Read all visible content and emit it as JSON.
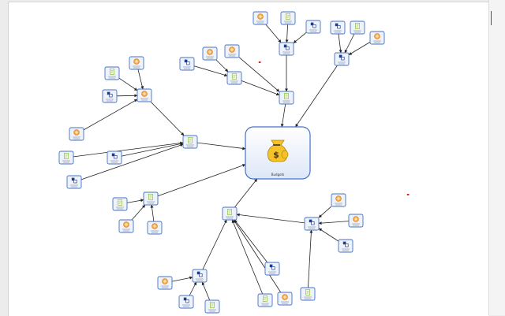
{
  "root": {
    "label": "Budgets",
    "icon": "money-bag-icon"
  },
  "node_kinds": {
    "spend": {
      "icon": "coin-icon",
      "accent": "#e08020"
    },
    "plan": {
      "icon": "document-icon",
      "accent": "#8fbf3f"
    },
    "item": {
      "icon": "cube-icon",
      "accent": "#1e3a8a"
    }
  },
  "colors": {
    "node_border": "#4472c4",
    "node_fill": "#eef3fb",
    "edge": "#222222",
    "marker": "#e02010",
    "root_fill_top": "#ffffff",
    "root_fill_bottom": "#dde7f7"
  },
  "nodes": [
    {
      "id": "root",
      "kind": "root"
    },
    {
      "id": "n1",
      "kind": "spend",
      "label": ""
    },
    {
      "id": "n2",
      "kind": "item",
      "label": ""
    },
    {
      "id": "n3",
      "kind": "item",
      "label": ""
    },
    {
      "id": "n4",
      "kind": "plan",
      "label": ""
    },
    {
      "id": "n5",
      "kind": "spend",
      "label": ""
    },
    {
      "id": "n6",
      "kind": "item",
      "label": ""
    },
    {
      "id": "n7",
      "kind": "plan",
      "label": ""
    },
    {
      "id": "n8",
      "kind": "spend",
      "label": ""
    },
    {
      "id": "n9",
      "kind": "item",
      "label": ""
    },
    {
      "id": "n10",
      "kind": "plan",
      "label": ""
    },
    {
      "id": "n11",
      "kind": "spend",
      "label": ""
    },
    {
      "id": "n12",
      "kind": "plan",
      "label": ""
    },
    {
      "id": "n13",
      "kind": "plan",
      "label": ""
    },
    {
      "id": "n14",
      "kind": "item",
      "label": ""
    },
    {
      "id": "n15",
      "kind": "spend",
      "label": ""
    },
    {
      "id": "n16",
      "kind": "item",
      "label": ""
    },
    {
      "id": "n17",
      "kind": "spend",
      "label": ""
    },
    {
      "id": "n18",
      "kind": "plan",
      "label": ""
    },
    {
      "id": "n19",
      "kind": "spend",
      "label": ""
    },
    {
      "id": "n20",
      "kind": "plan",
      "label": ""
    },
    {
      "id": "n21",
      "kind": "item",
      "label": ""
    },
    {
      "id": "n22",
      "kind": "item",
      "label": ""
    },
    {
      "id": "n23",
      "kind": "spend",
      "label": ""
    },
    {
      "id": "n24",
      "kind": "plan",
      "label": ""
    },
    {
      "id": "n25",
      "kind": "spend",
      "label": ""
    },
    {
      "id": "n26",
      "kind": "item",
      "label": ""
    },
    {
      "id": "n27",
      "kind": "plan",
      "label": ""
    },
    {
      "id": "n28",
      "kind": "plan",
      "label": ""
    },
    {
      "id": "n29",
      "kind": "spend",
      "label": ""
    },
    {
      "id": "n30",
      "kind": "item",
      "label": ""
    },
    {
      "id": "n31",
      "kind": "spend",
      "label": ""
    },
    {
      "id": "n32",
      "kind": "plan",
      "label": ""
    },
    {
      "id": "n33",
      "kind": "item",
      "label": ""
    },
    {
      "id": "n34",
      "kind": "plan",
      "label": ""
    },
    {
      "id": "n35",
      "kind": "item",
      "label": ""
    },
    {
      "id": "n36",
      "kind": "spend",
      "label": ""
    },
    {
      "id": "n37",
      "kind": "item",
      "label": ""
    },
    {
      "id": "n38",
      "kind": "plan",
      "label": ""
    },
    {
      "id": "n39",
      "kind": "item",
      "label": ""
    },
    {
      "id": "n40",
      "kind": "plan",
      "label": ""
    },
    {
      "id": "n41",
      "kind": "spend",
      "label": ""
    },
    {
      "id": "n42",
      "kind": "spend",
      "label": ""
    },
    {
      "id": "n43",
      "kind": "item",
      "label": ""
    },
    {
      "id": "n44",
      "kind": "spend",
      "label": ""
    },
    {
      "id": "n45",
      "kind": "plan",
      "label": ""
    }
  ],
  "edges": [
    [
      "n1",
      "n3"
    ],
    [
      "n2",
      "n3"
    ],
    [
      "n4",
      "n3"
    ],
    [
      "n3",
      "n13"
    ],
    [
      "n5",
      "n7"
    ],
    [
      "n6",
      "n7"
    ],
    [
      "n7",
      "n13"
    ],
    [
      "n8",
      "n13"
    ],
    [
      "n13",
      "root"
    ],
    [
      "n11",
      "n14"
    ],
    [
      "n9",
      "n14"
    ],
    [
      "n10",
      "n14"
    ],
    [
      "n14",
      "root"
    ],
    [
      "n12",
      "n19"
    ],
    [
      "n15",
      "n19"
    ],
    [
      "n16",
      "n19"
    ],
    [
      "n17",
      "n19"
    ],
    [
      "n19",
      "n18"
    ],
    [
      "n20",
      "n18"
    ],
    [
      "n21",
      "n18"
    ],
    [
      "n22",
      "n18"
    ],
    [
      "n18",
      "root"
    ],
    [
      "n23",
      "n27"
    ],
    [
      "n24",
      "n27"
    ],
    [
      "n25",
      "n26"
    ],
    [
      "n26",
      "n27"
    ],
    [
      "n27",
      "root"
    ],
    [
      "n36",
      "n35"
    ],
    [
      "n37",
      "n35"
    ],
    [
      "n38",
      "n35"
    ],
    [
      "n35",
      "n34"
    ],
    [
      "n39",
      "n34"
    ],
    [
      "n40",
      "n34"
    ],
    [
      "n41",
      "n34"
    ],
    [
      "n34",
      "root"
    ],
    [
      "n42",
      "n33"
    ],
    [
      "n43",
      "n33"
    ],
    [
      "n44",
      "n33"
    ],
    [
      "n45",
      "n33"
    ],
    [
      "n33",
      "n34"
    ]
  ],
  "markers": [
    {
      "id": "m1"
    },
    {
      "id": "m2"
    }
  ]
}
